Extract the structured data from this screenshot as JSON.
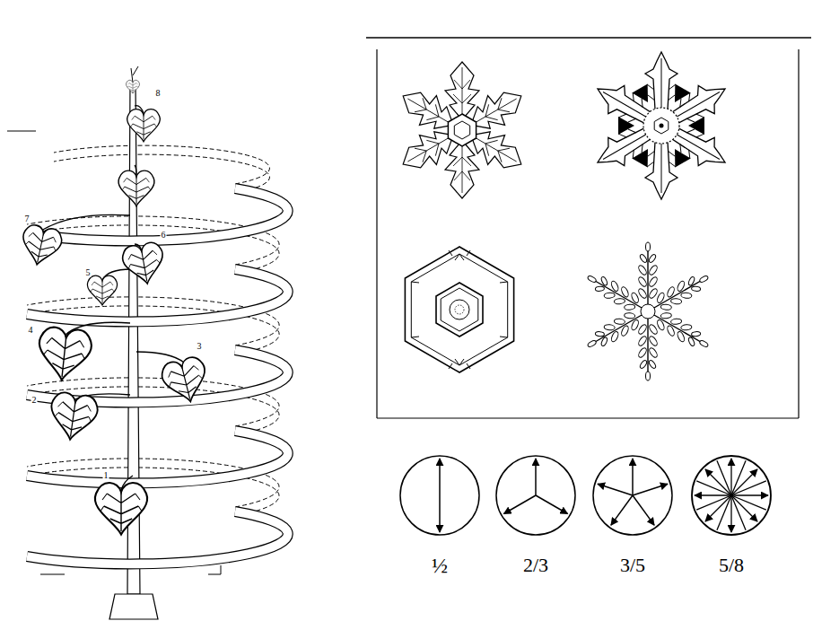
{
  "diagram": {
    "labels": [
      "8",
      "7",
      "6",
      "5",
      "4",
      "3",
      "2",
      "1",
      "½",
      "2/3",
      "3/5",
      "5/8"
    ]
  }
}
